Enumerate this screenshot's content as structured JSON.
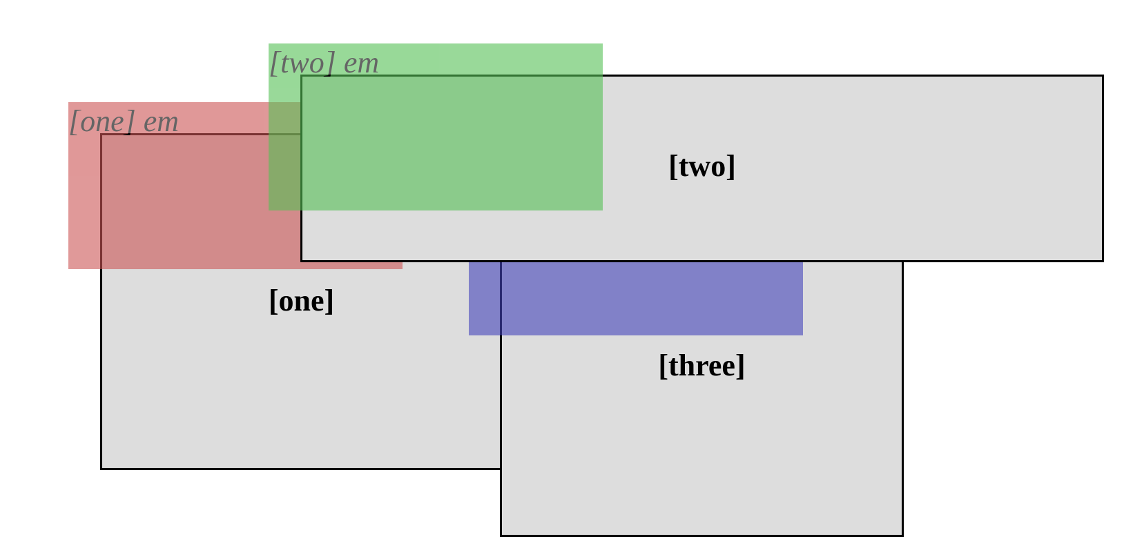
{
  "boxes": {
    "one": {
      "label": "[one]"
    },
    "two": {
      "label": "[two]"
    },
    "three": {
      "label": "[three]"
    }
  },
  "overlays": {
    "one": {
      "label": "[one] em",
      "color": "#cc5555"
    },
    "two": {
      "label": "[two] em",
      "color": "#55c055"
    },
    "three": {
      "label": "",
      "color": "#4444bb"
    }
  },
  "colors": {
    "box_fill": "#dddddd",
    "box_border": "#000000",
    "background": "#ffffff"
  }
}
